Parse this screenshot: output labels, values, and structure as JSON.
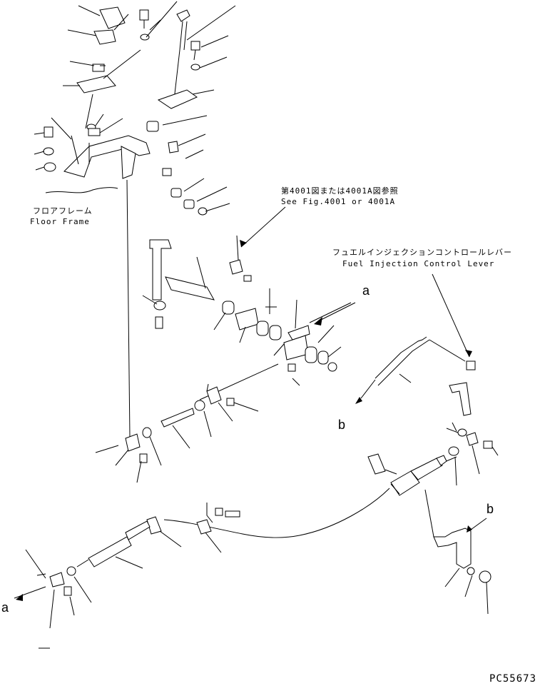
{
  "labels": {
    "floor_frame_jp": "フロアフレーム",
    "floor_frame_en": "Floor Frame",
    "ref_jp": "第4001図または4001A図参照",
    "ref_en": "See Fig.4001 or 4001A",
    "fuel_lever_jp": "フュエルインジェクションコントロールレバー",
    "fuel_lever_en": "Fuel Injection Control Lever",
    "marker_a": "a",
    "marker_b": "b",
    "figure_code": "PC55673"
  }
}
